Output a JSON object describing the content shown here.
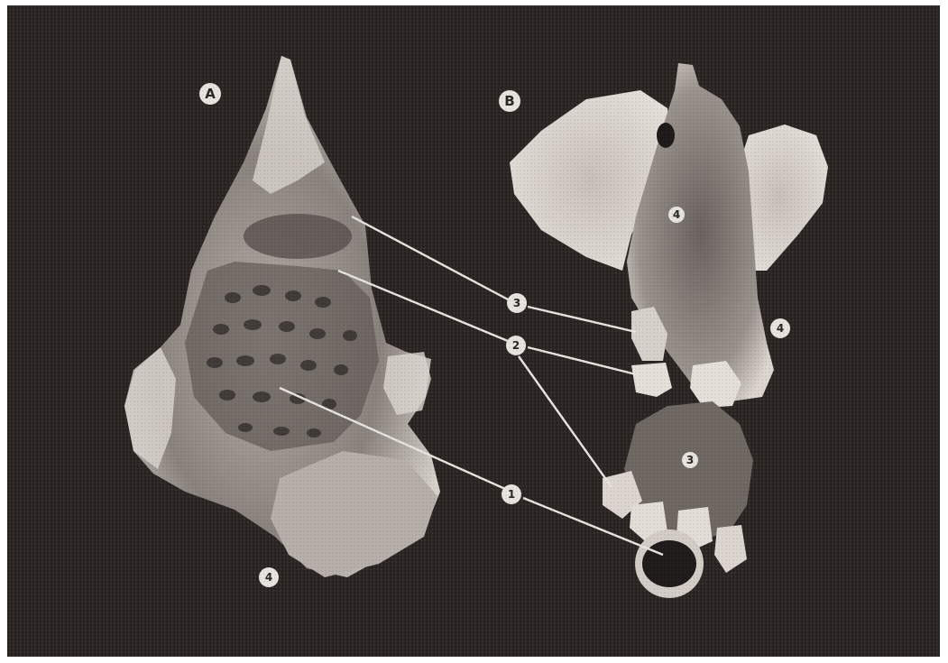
{
  "figure": {
    "panel_labels": {
      "a": "A",
      "b": "B"
    },
    "callouts": {
      "one": "1",
      "two": "2",
      "three": "3",
      "four": "4"
    },
    "specimen_labels": {
      "a_lower": "4",
      "b_upper": "4",
      "b_right": "4",
      "b_lower": "3"
    }
  },
  "colors": {
    "background": "#2b2523",
    "specimen_light": "#e2dcd6",
    "specimen_mid": "#9a928c",
    "specimen_dark": "#4a4340",
    "leader_line": "#e8e4df",
    "frame": "#ffffff"
  }
}
